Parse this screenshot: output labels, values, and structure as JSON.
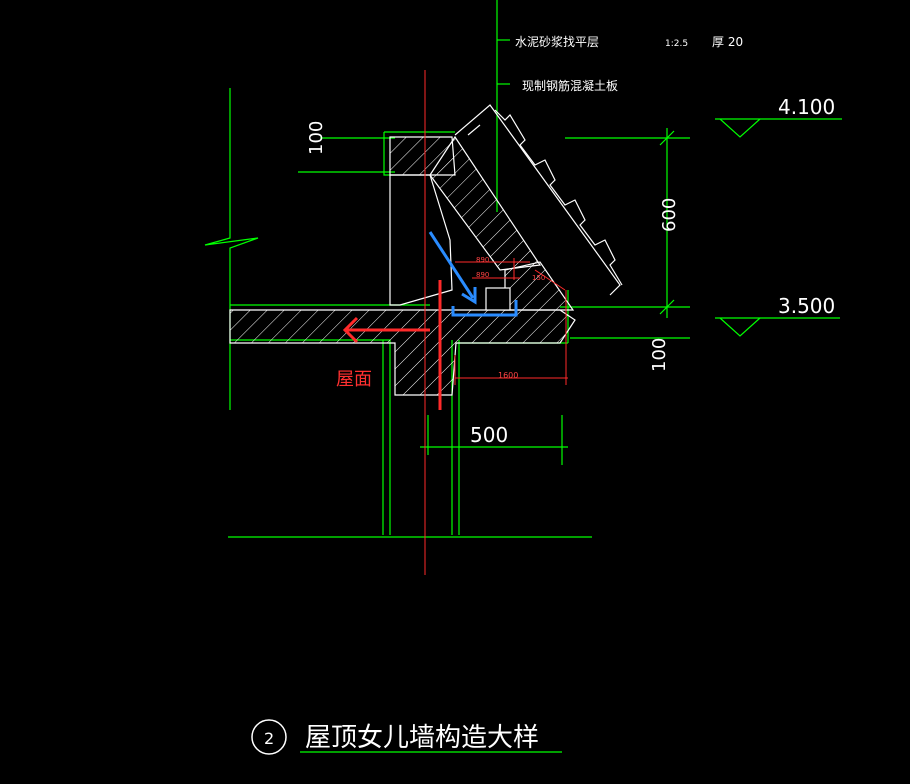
{
  "notes": {
    "line1": "水泥砂浆找平层",
    "ratio": "1:2.5",
    "thick": "厚 20",
    "line2": "现制钢筋混凝土板"
  },
  "levels": {
    "top": "4.100",
    "bottom": "3.500"
  },
  "dims": {
    "d100_top": "100",
    "d600": "600",
    "d100_right": "100",
    "d500": "500",
    "d1600": "1600",
    "d890_a": "890",
    "d890_b": "890",
    "d150": "150"
  },
  "annotation": {
    "roof_label": "屋面"
  },
  "title": {
    "number": "2",
    "text": "屋顶女儿墙构造大样"
  },
  "colors": {
    "green": "#00ff00",
    "white": "#ffffff",
    "red": "#ff2a2a",
    "blue": "#2a8cff",
    "bg": "#000000"
  }
}
